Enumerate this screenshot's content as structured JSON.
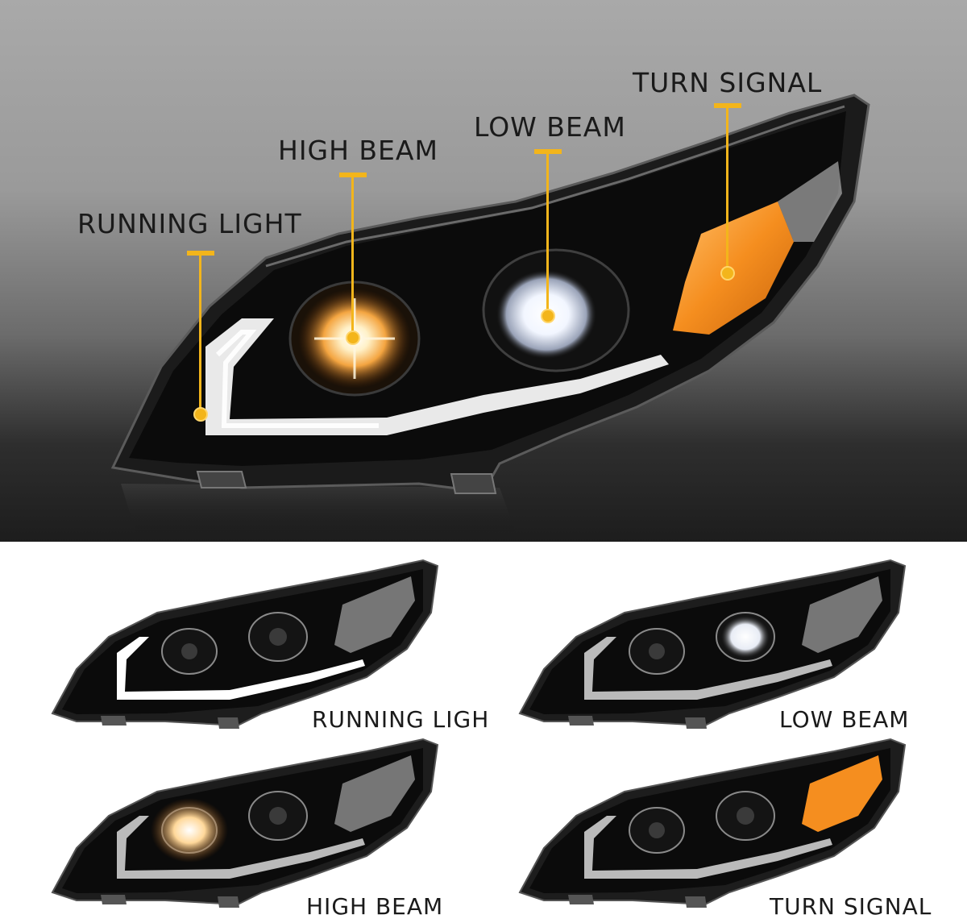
{
  "hero": {
    "callouts": [
      {
        "id": "running-light",
        "label": "RUNNING LIGHT"
      },
      {
        "id": "high-beam",
        "label": "HIGH BEAM"
      },
      {
        "id": "low-beam",
        "label": "LOW BEAM"
      },
      {
        "id": "turn-signal",
        "label": "TURN SIGNAL"
      }
    ]
  },
  "variants": [
    {
      "id": "running",
      "label": "RUNNING LIGH",
      "lit": "running"
    },
    {
      "id": "low",
      "label": "LOW BEAM",
      "lit": "low"
    },
    {
      "id": "high",
      "label": "HIGH BEAM",
      "lit": "high"
    },
    {
      "id": "turn",
      "label": "TURN SIGNAL",
      "lit": "turn"
    }
  ],
  "colors": {
    "accent": "#f3b51b",
    "amber": "#f59a2a",
    "housing": "#0d0d0d"
  }
}
